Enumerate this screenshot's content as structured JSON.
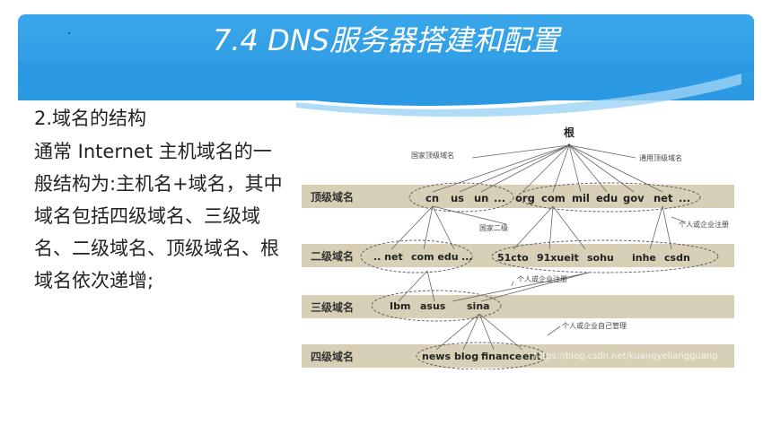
{
  "header": {
    "title": "7.4 DNS服务器搭建和配置"
  },
  "body": {
    "section": "2.域名的结构",
    "description": "通常 Internet 主机域名的一般结构为:主机名+域名，其中域名包括四级域名、三级域名、二级域名、顶级域名、根域名依次递增;"
  },
  "diagram": {
    "root": "根",
    "levels": [
      "顶级域名",
      "二级域名",
      "三级域名",
      "四级域名"
    ],
    "annotations": {
      "country_tld": "国家顶级域名",
      "generic_tld": "通用顶级域名",
      "country_second": "国家二级",
      "org_reg_1": "个人或企业注册",
      "org_reg_2": "个人或企业注册",
      "self_manage": "个人或企业自己管理"
    },
    "tld_country": [
      "cn",
      "us",
      "un",
      "..."
    ],
    "tld_generic": [
      "org",
      "com",
      "mil",
      "edu",
      "gov",
      "net",
      "..."
    ],
    "second_country": [
      ".. net",
      "com edu",
      "..."
    ],
    "second_org": [
      "51cto",
      "91xueit",
      "sohu",
      "inhe",
      "csdn"
    ],
    "third": [
      "Ibm",
      "asus",
      "sina"
    ],
    "fourth": [
      "news",
      "blog",
      "finance",
      "ent"
    ],
    "watermark": "https://blog.csdn.net/kuangyeliangguang"
  },
  "colors": {
    "header": "#2a98e2",
    "band": "#d6cdb3",
    "text": "#222222"
  }
}
